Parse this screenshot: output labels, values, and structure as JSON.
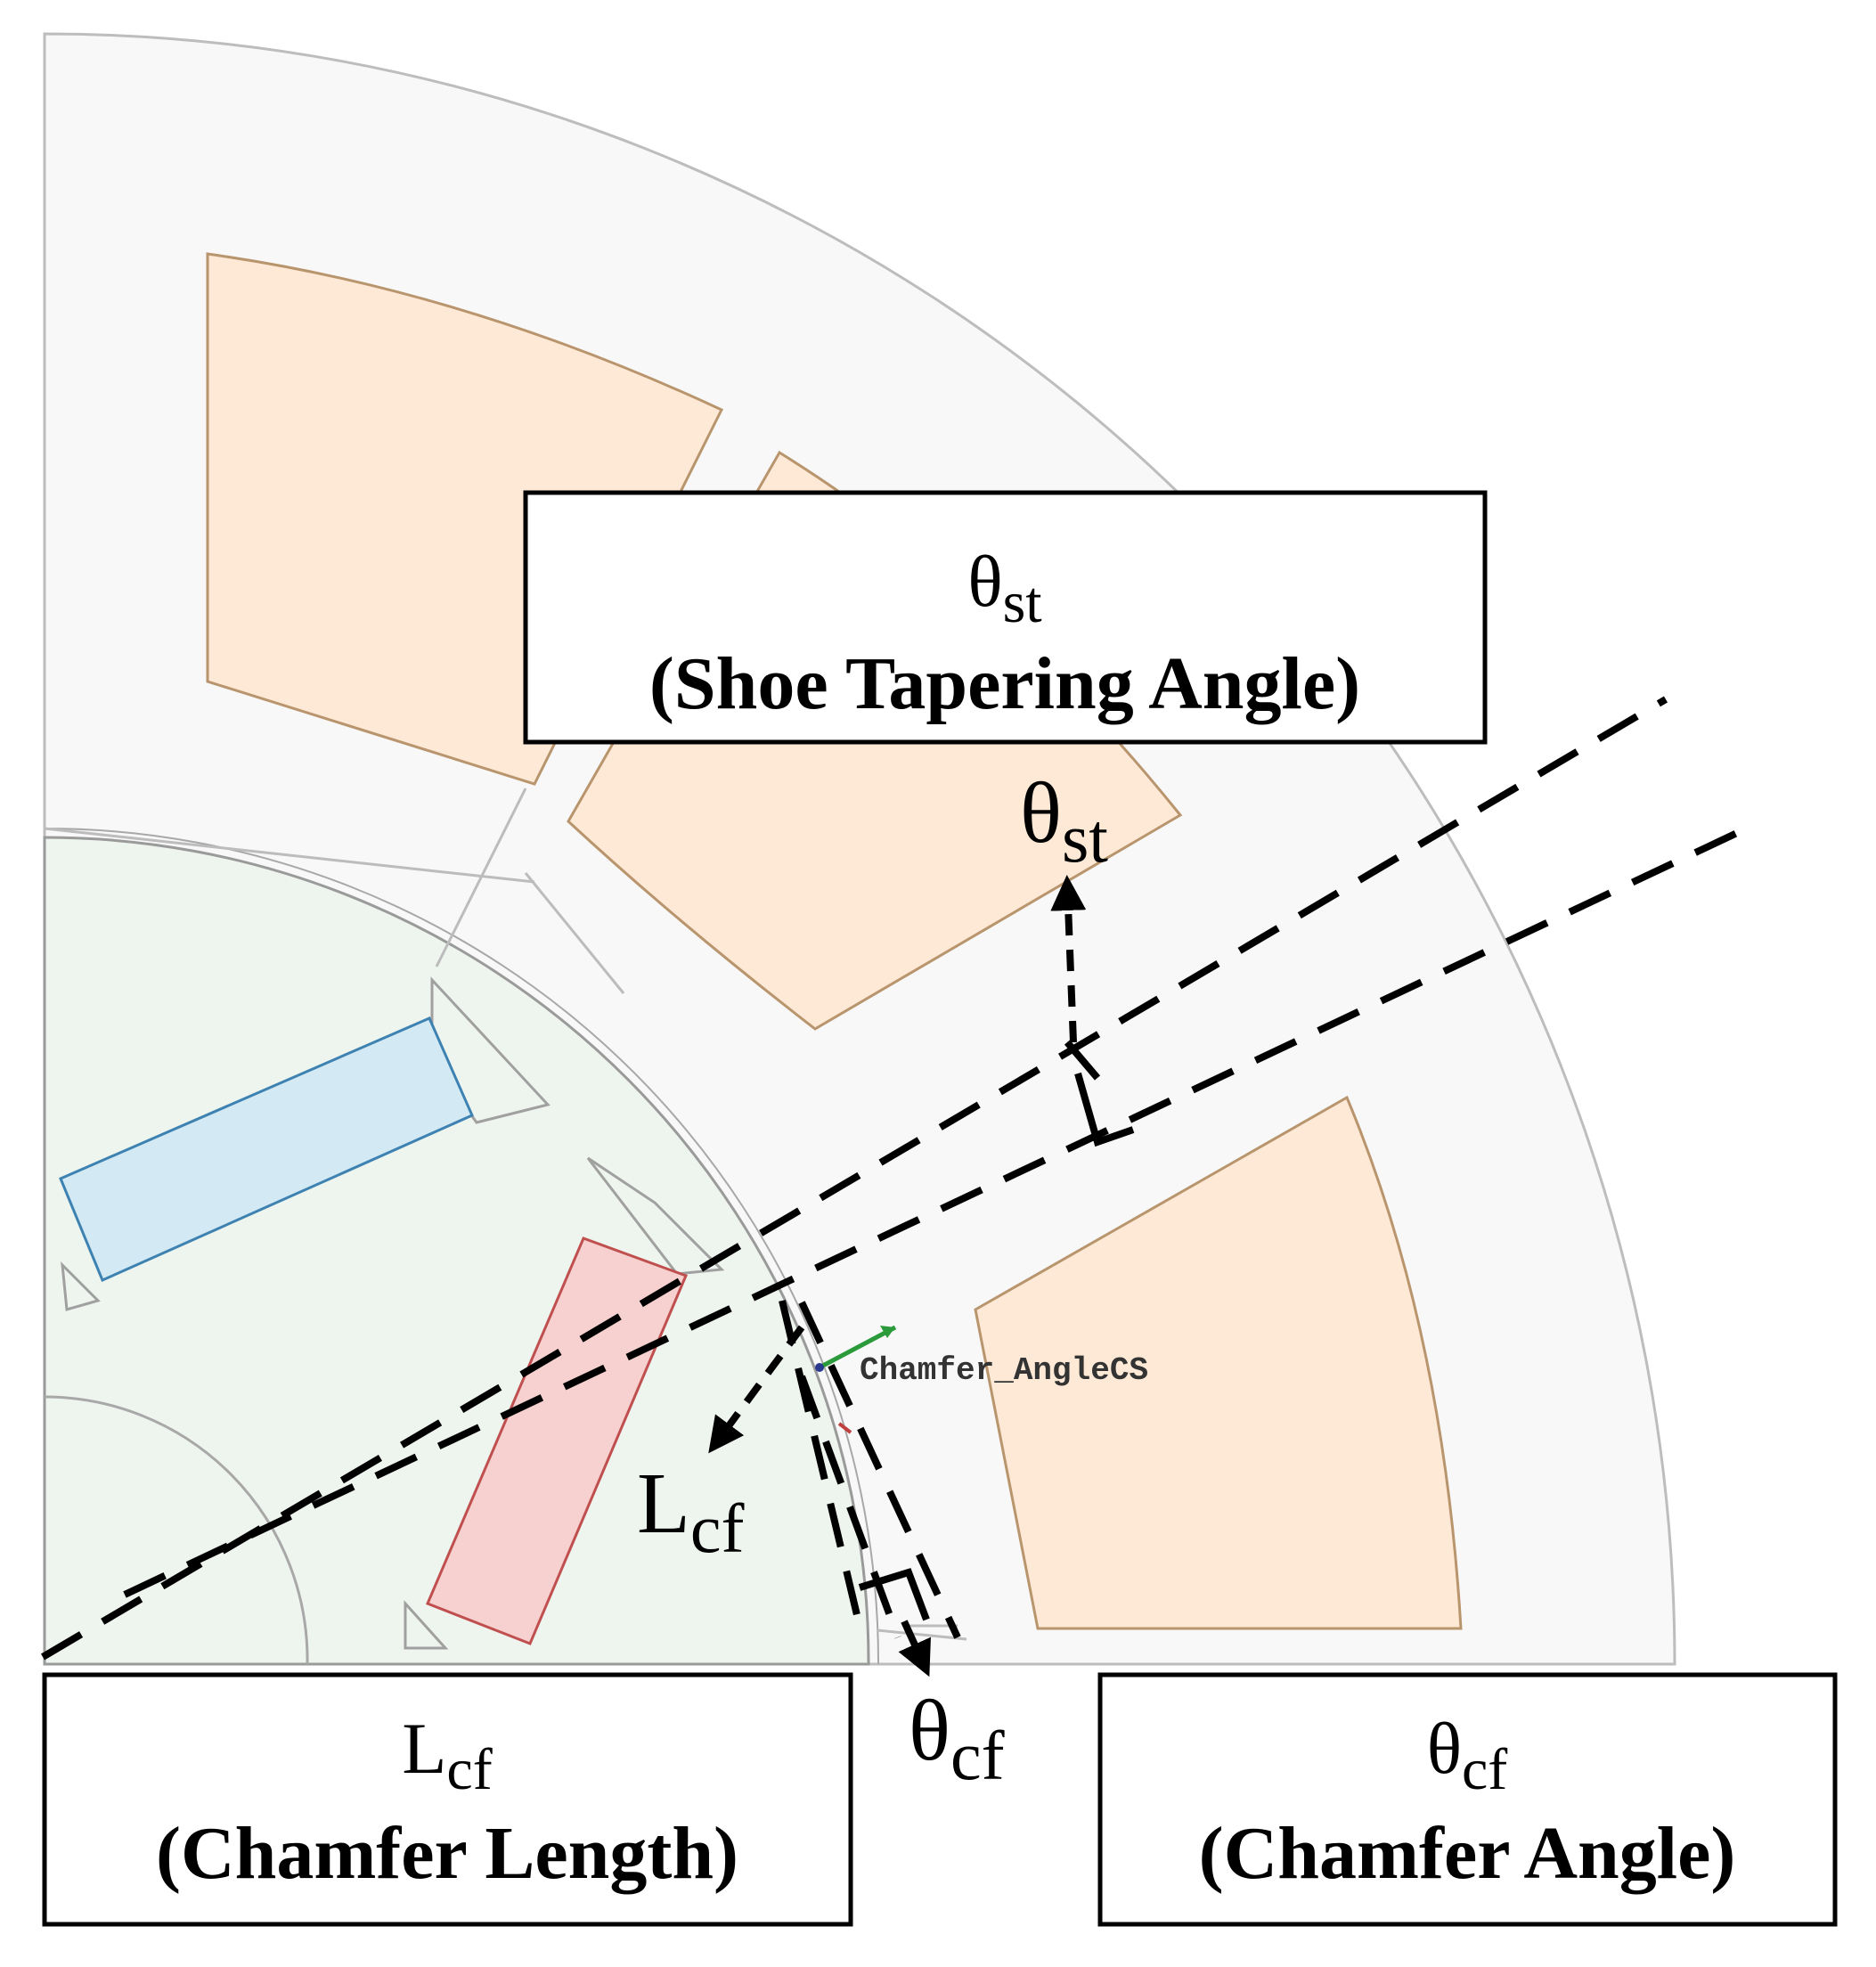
{
  "boxes": {
    "shoe_tapering": {
      "symbol": "θ",
      "sub": "st",
      "caption": "(Shoe Tapering Angle)"
    },
    "chamfer_length": {
      "symbol": "L",
      "sub": "cf",
      "caption": "(Chamfer Length)"
    },
    "chamfer_angle": {
      "symbol": "θ",
      "sub": "cf",
      "caption": "(Chamfer Angle)"
    }
  },
  "labels": {
    "theta_st": {
      "symbol": "θ",
      "sub": "st"
    },
    "l_cf": {
      "symbol": "L",
      "sub": "cf"
    },
    "theta_cf": {
      "symbol": "θ",
      "sub": "cf"
    },
    "coord_system": "Chamfer_AngleCS"
  },
  "colors": {
    "background": "#ffffff",
    "stator_core": "#f8f8f8",
    "rotor_core": "#eef5ee",
    "coil": "#fde9d6",
    "coil_outline": "#b9956e",
    "magnet_blue": "#d3e9f3",
    "magnet_blue_outline": "#3e82b2",
    "magnet_red": "#f6d1cf",
    "magnet_red_outline": "#c05050",
    "dashed_line": "#000000",
    "cs_axis_green": "#2a9a3a"
  }
}
